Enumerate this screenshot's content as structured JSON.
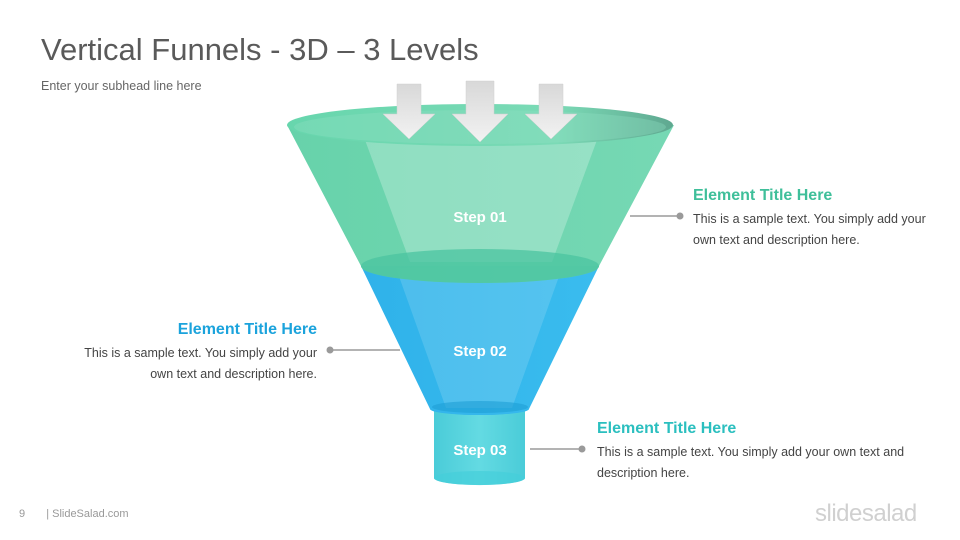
{
  "slide": {
    "title": "Vertical Funnels - 3D – 3 Levels",
    "subhead": "Enter your subhead  line here"
  },
  "funnel": {
    "steps": [
      {
        "label": "Step 01",
        "color": "#5fd3aa"
      },
      {
        "label": "Step 02",
        "color": "#2fb5ec"
      },
      {
        "label": "Step 03",
        "color": "#3fcfd8"
      }
    ]
  },
  "elements": [
    {
      "title": "Element Title Here",
      "text": "This is a sample text. You simply add your own text and description  here."
    },
    {
      "title": "Element Title Here",
      "text": "This is a sample text. You simply add your own text and description  here."
    },
    {
      "title": "Element Title Here",
      "text": "This is a sample text. You simply add your own text and description here."
    }
  ],
  "footer": {
    "page_number": "9",
    "site": "| SlideSalad.com",
    "logo": "slidesalad"
  }
}
